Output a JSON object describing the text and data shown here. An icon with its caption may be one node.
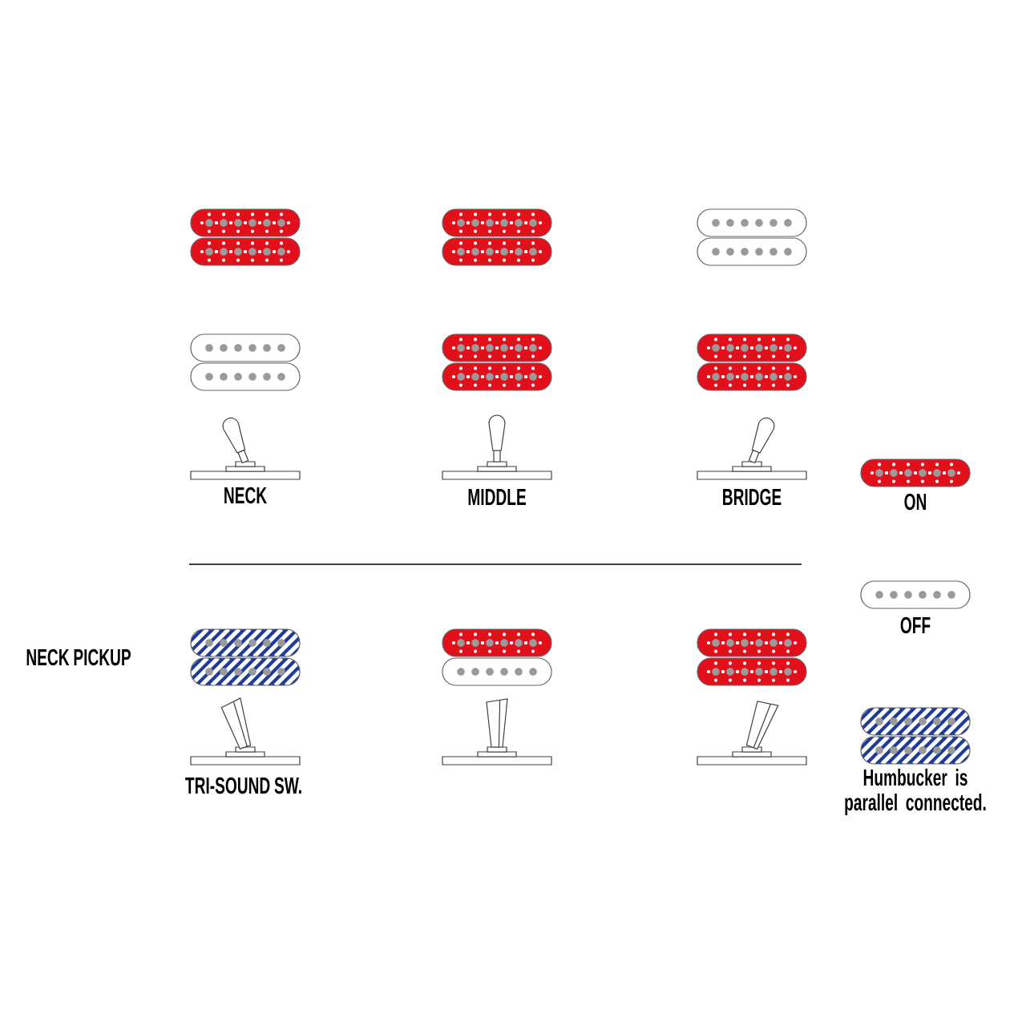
{
  "diagram": {
    "labels": [
      "NECK",
      "MIDDLE",
      "BRIDGE",
      "NECK PICKUP",
      "TRI-SOUND SW."
    ],
    "legend": [
      {
        "text": "ON",
        "color": "#e3101c"
      },
      {
        "text": "OFF"
      },
      {
        "text": "Humbucker is parallel connected.",
        "color": "#1e3c96"
      }
    ]
  }
}
